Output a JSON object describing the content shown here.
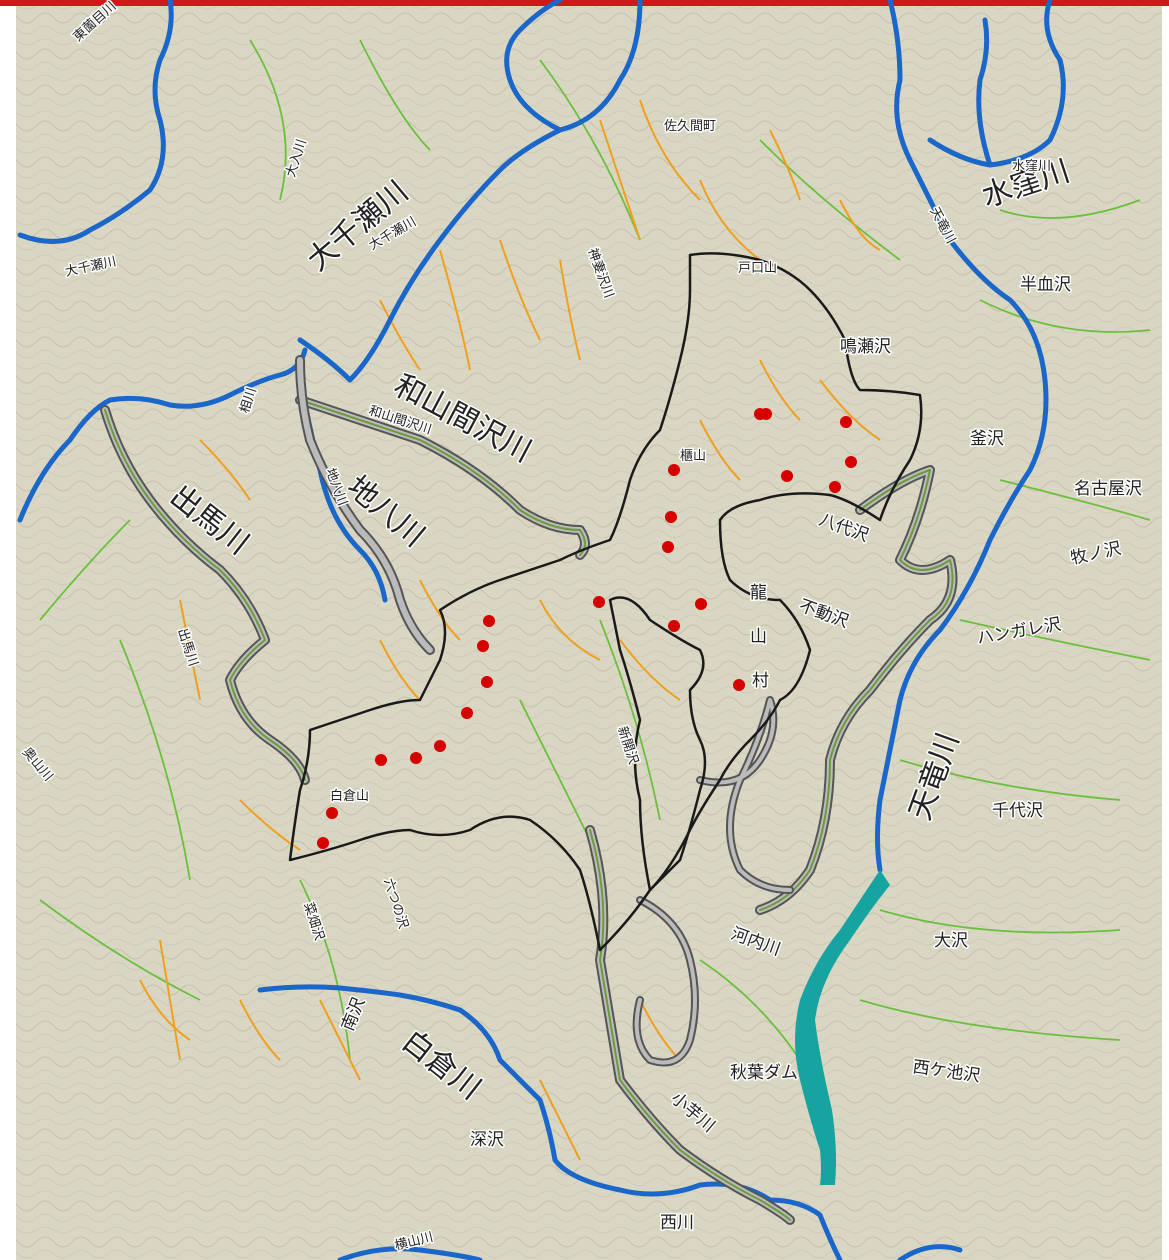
{
  "map": {
    "colors": {
      "top_bar": "#d01818",
      "terrain": "#d9d6c3",
      "river_main": "#1a67c9",
      "dam_reservoir": "#17a3a0",
      "boundary": "#1a1a1a",
      "stream_orange": "#f0a020",
      "stream_green": "#6cbf3e",
      "survey_point": "#d60000"
    },
    "labels_large": [
      "大千瀬川",
      "水窪川",
      "和山間沢川",
      "地八川",
      "出馬川",
      "天竜川",
      "白倉川"
    ],
    "labels_small": [
      "東薗目川",
      "大千瀬川",
      "大入川",
      "大千瀬川",
      "神妻沢川",
      "戸口山",
      "天竜川",
      "半血沢",
      "鳴瀬沢",
      "釜沢",
      "名古屋沢",
      "八代沢",
      "牧ノ沢",
      "不動沢",
      "ハンガレ沢",
      "龍",
      "山",
      "村",
      "千代沢",
      "大沢",
      "河内川",
      "西ケ池沢",
      "秋葉ダム",
      "小芋川",
      "西川",
      "深沢",
      "南沢",
      "六つの沢",
      "菜畑沢",
      "新開沢",
      "出馬川",
      "奥山川",
      "相川",
      "和山間沢川",
      "地八川",
      "横山川",
      "佐久間町",
      "白倉山",
      "水窪川",
      "櫃山"
    ],
    "survey_points": [
      {
        "name": "point-1"
      },
      {
        "name": "point-2"
      },
      {
        "name": "point-3"
      },
      {
        "name": "point-4"
      },
      {
        "name": "point-5"
      },
      {
        "name": "point-6"
      },
      {
        "name": "point-7"
      },
      {
        "name": "point-8"
      },
      {
        "name": "point-9"
      },
      {
        "name": "point-10"
      },
      {
        "name": "point-11"
      },
      {
        "name": "point-12"
      },
      {
        "name": "point-13"
      },
      {
        "name": "point-14"
      },
      {
        "name": "point-15"
      },
      {
        "name": "point-16"
      },
      {
        "name": "point-17"
      },
      {
        "name": "point-18"
      },
      {
        "name": "point-19"
      },
      {
        "name": "point-20"
      },
      {
        "name": "point-21"
      },
      {
        "name": "point-22"
      }
    ]
  }
}
